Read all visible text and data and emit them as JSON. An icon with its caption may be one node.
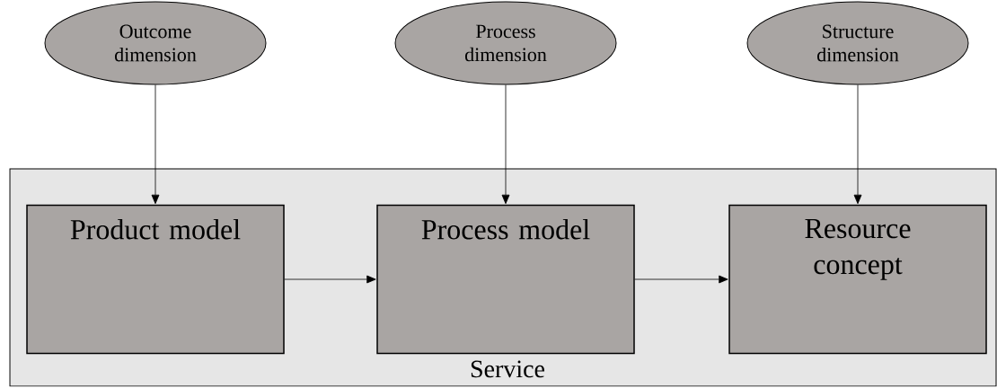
{
  "diagram": {
    "nodes": [
      {
        "text": [
          "Outcome dimension"
        ]
      },
      {
        "text": [
          "Process dimension"
        ]
      },
      {
        "text": [
          "Structure dimension"
        ]
      },
      {
        "text": [
          "Service"
        ]
      },
      {
        "text": [
          "Product model"
        ],
        "in": 3
      },
      {
        "text": [
          "Process model"
        ],
        "in": 3
      },
      {
        "text": [
          "Resource concept"
        ],
        "in": 3
      }
    ],
    "edges": [
      {
        "from": 0,
        "to": 4,
        "arrow": "to"
      },
      {
        "from": 1,
        "to": 5,
        "arrow": "to"
      },
      {
        "from": 2,
        "to": 6,
        "arrow": "to"
      },
      {
        "from": 4,
        "to": 5,
        "arrow": "to"
      },
      {
        "from": 5,
        "to": 6,
        "arrow": "to"
      }
    ]
  }
}
